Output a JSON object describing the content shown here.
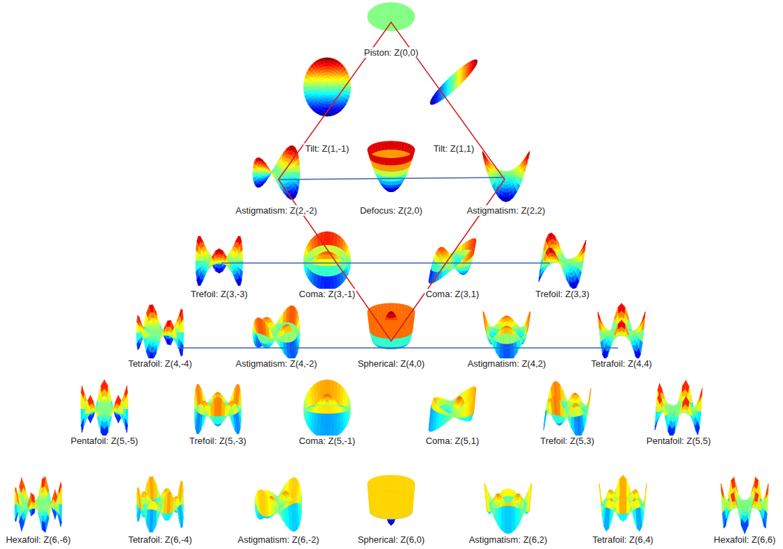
{
  "diagram": {
    "labels": [
      "Piston: Z(0,0)",
      "Tilt: Z(1,-1)",
      "Tilt: Z(1,1)",
      "Astigmatism: Z(2,-2)",
      "Defocus: Z(2,0)",
      "Astigmatism: Z(2,2)",
      "Trefoil: Z(3,-3)",
      "Coma: Z(3,-1)",
      "Coma: Z(3,1)",
      "Trefoil: Z(3,3)",
      "Tetrafoil: Z(4,-4)",
      "Astigmatism: Z(4,-2)",
      "Spherical: Z(4,0)",
      "Astigmatism: Z(4,2)",
      "Tetrafoil: Z(4,4)",
      "Pentafoil: Z(5,-5)",
      "Trefoil: Z(5,-3)",
      "Coma: Z(5,-1)",
      "Coma: Z(5,1)",
      "Trefoil: Z(5,3)",
      "Pentafoil: Z(5,5)",
      "Hexafoil: Z(6,-6)",
      "Tetrafoil: Z(6,-4)",
      "Astigmatism: Z(6,-2)",
      "Spherical: Z(6,0)",
      "Astigmatism: Z(6,2)",
      "Tetrafoil: Z(6,4)",
      "Hexafoil: Z(6,6)"
    ]
  }
}
